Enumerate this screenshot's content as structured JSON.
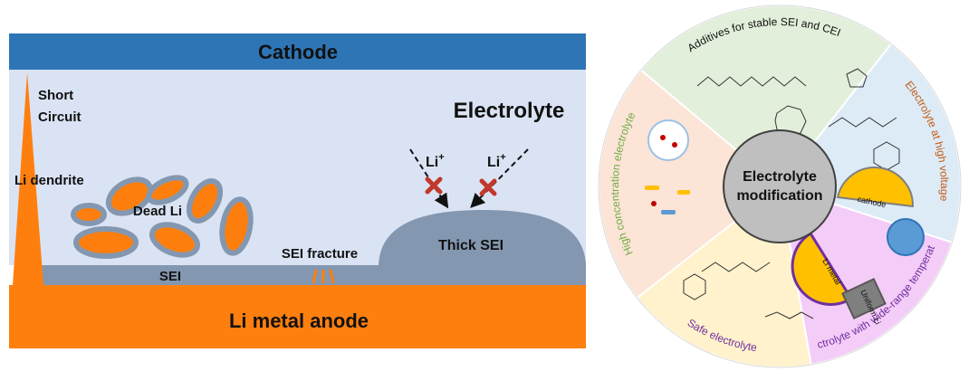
{
  "left_panel": {
    "cathode_label": "Cathode",
    "electrolyte_label": "Electrolyte",
    "short_circuit_line1": "Short",
    "short_circuit_line2": "Circuit",
    "dendrite_label": "Li dendrite",
    "dead_li_label": "Dead Li",
    "sei_label": "SEI",
    "sei_fracture_label": "SEI fracture",
    "thick_sei_label": "Thick SEI",
    "ion_label_left": "Li",
    "ion_label_right": "Li",
    "ion_charge": "+",
    "anode_label": "Li metal anode",
    "colors": {
      "cathode": "#2e75b6",
      "electrolyte": "#dae3f3",
      "anode": "#fe7f0e",
      "sei": "#8497b0",
      "blocked_mark": "#c0392b"
    }
  },
  "right_panel": {
    "center_line1": "Electrolyte",
    "center_line2": "modification",
    "sectors": [
      {
        "label": "Additives for stable SEI and CEI",
        "color": "#e2efda",
        "text_color": "#111111"
      },
      {
        "label": "Electrolyte at high voltage",
        "color": "#ddebf7",
        "text_color": "#c55a11"
      },
      {
        "label": "Electrolyte with wide-range temperature",
        "color": "#f4ccf8",
        "text_color": "#7030a0"
      },
      {
        "label": "Safe electrolyte",
        "color": "#fff2cc",
        "text_color": "#7030a0"
      },
      {
        "label": "High concentration electrolyte",
        "color": "#fce4d6",
        "text_color": "#70ad47"
      }
    ],
    "inset_labels": {
      "cathode": "cathode",
      "li_metal": "Li metal",
      "uniform_li": "Uniform Li"
    },
    "center_color": "#bfbfbf"
  }
}
